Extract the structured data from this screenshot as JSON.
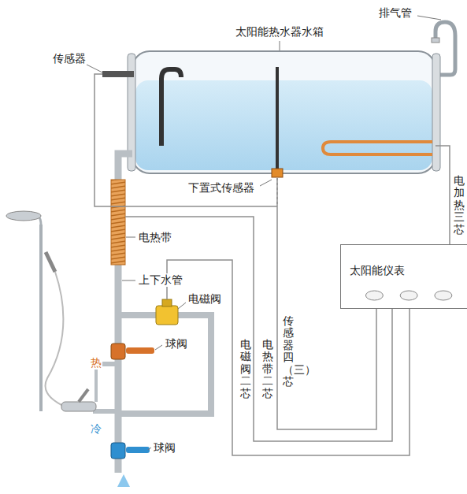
{
  "diagram": {
    "nodes": [
      {
        "text": [
          "太阳能热水器水箱"
        ]
      },
      {
        "text": [
          "太阳能仪表"
        ]
      }
    ],
    "edges": [
      {
        "from": 1,
        "to": 0,
        "arrow": "none",
        "label": "电加热三芯"
      },
      {
        "from": 1,
        "to": 0,
        "arrow": "none",
        "label": "传感器四（三）芯"
      }
    ],
    "labels": [
      "排气管",
      "传感器",
      "下置式传感器",
      "电热带",
      "上下水管",
      "电磁阀",
      "球阀",
      "热",
      "球阀",
      "冷",
      "电磁阀二芯",
      "电热带二芯"
    ]
  }
}
